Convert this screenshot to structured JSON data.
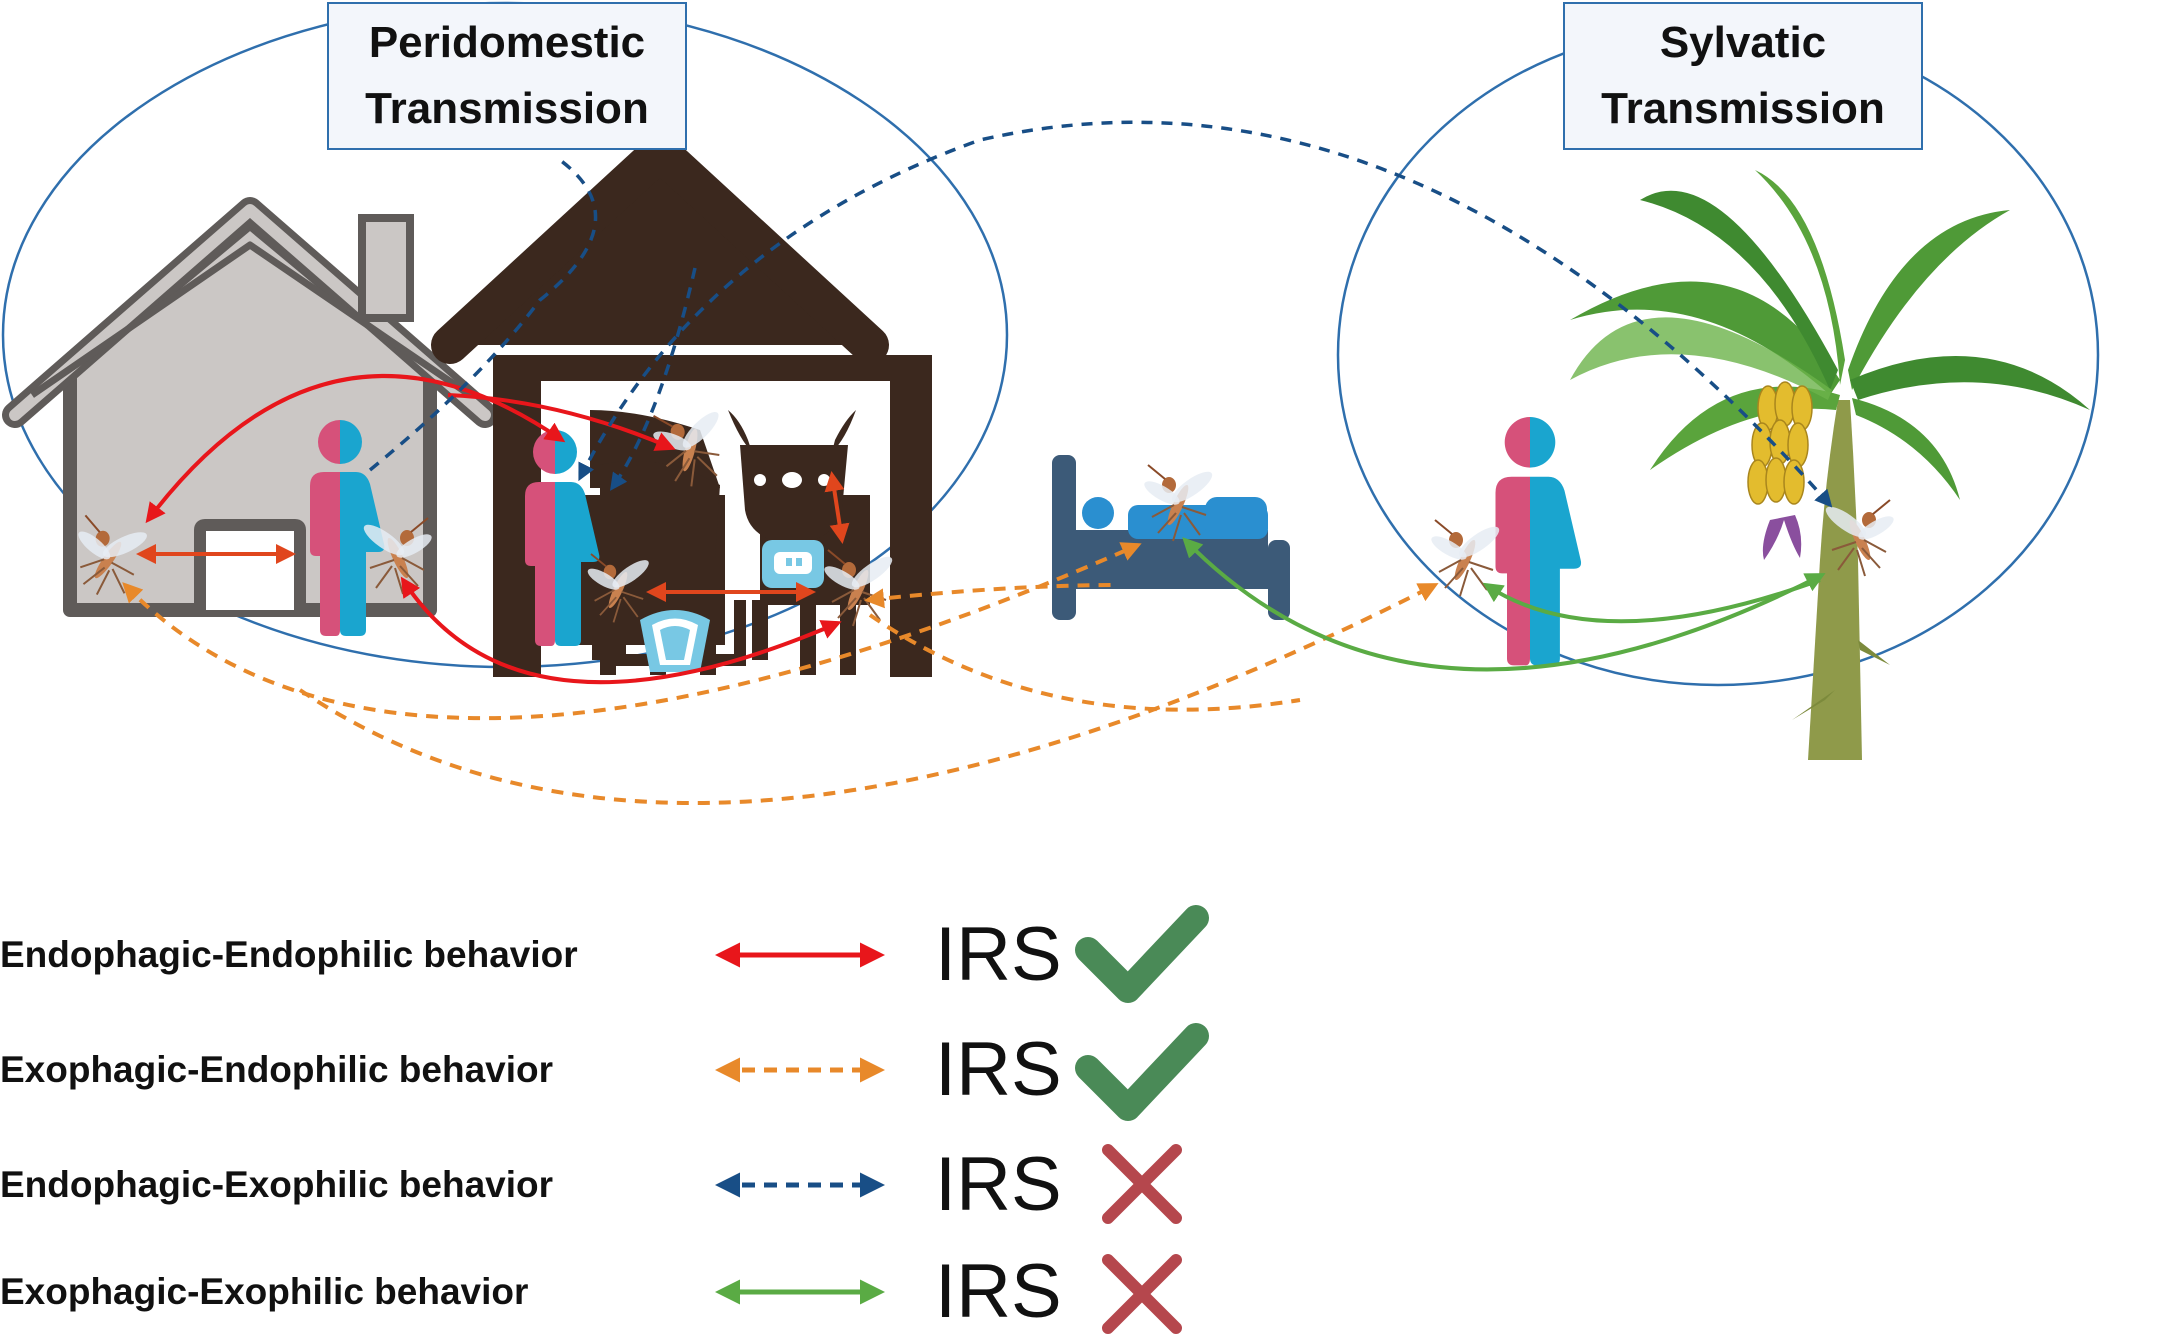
{
  "regions": {
    "peridomestic": {
      "title": "Peridomestic\nTransmission"
    },
    "sylvatic": {
      "title": "Sylvatic\nTransmission"
    }
  },
  "colors": {
    "endo_endo": "#e8161b",
    "exo_endo": "#e8892a",
    "endo_exo": "#184e86",
    "exo_exo": "#5aab44",
    "check": "#4a8a57",
    "cross": "#b5474d",
    "circle": "#2f6fad"
  },
  "legend": [
    {
      "label": "Endophagic-Endophilic behavior",
      "line": "solid",
      "color_key": "endo_endo",
      "irs": "IRS",
      "result": "check"
    },
    {
      "label": "Exophagic-Endophilic behavior",
      "line": "dashed",
      "color_key": "exo_endo",
      "irs": "IRS",
      "result": "check"
    },
    {
      "label": "Endophagic-Exophilic behavior",
      "line": "dashed",
      "color_key": "endo_exo",
      "irs": "IRS",
      "result": "cross"
    },
    {
      "label": "Exophagic-Exophilic behavior",
      "line": "solid",
      "color_key": "exo_exo",
      "irs": "IRS",
      "result": "cross"
    }
  ],
  "icons": [
    "house-icon",
    "barn-icon",
    "cow-icon",
    "milk-bucket-icon",
    "person-icon",
    "bed-icon",
    "banana-tree-icon",
    "mosquito-icon",
    "checkmark-icon",
    "cross-icon"
  ]
}
